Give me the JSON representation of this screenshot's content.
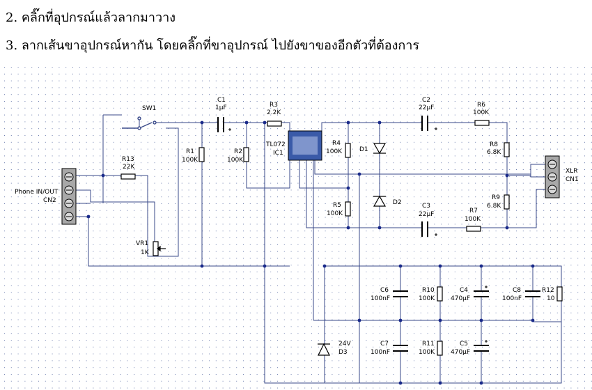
{
  "instructions": [
    "2. คลิ๊กที่อุปกรณ์แล้วลากมาวาง",
    "3. ลากเส้นขาอุปกรณ์หากัน โดยคลิ๊กที่ขาอุปกรณ์ ไปยังขาของอีกตัวที่ต้องการ"
  ],
  "colors": {
    "wire": "#3a4a8a",
    "grid": "#7080b0",
    "junction": "#1a2a8a",
    "ic_fill": "#3a5aa8",
    "connector_fill": "#a8a8a8"
  },
  "labels": {
    "sw1": "SW1",
    "c1": "C1",
    "c1_val": "1µF",
    "r3": "R3",
    "r3_val": "2.2K",
    "c2": "C2",
    "c2_val": "22µF",
    "r6": "R6",
    "r6_val": "100K",
    "r8": "R8",
    "r8_val": "6.8K",
    "xlr": "XLR",
    "cn1": "CN1",
    "r13": "R13",
    "r13_val": "22K",
    "phone": "Phone IN/OUT",
    "cn2": "CN2",
    "r1": "R1",
    "r1_val": "100K",
    "r2": "R2",
    "r2_val": "100K",
    "ic_part": "TL072",
    "ic_ref": "IC1",
    "r4": "R4",
    "r4_val": "100K",
    "d1": "D1",
    "d2": "D2",
    "r5": "R5",
    "r5_val": "100K",
    "c3": "C3",
    "c3_val": "22µF",
    "r7": "R7",
    "r7_val": "100K",
    "r9": "R9",
    "r9_val": "6.8K",
    "vr1": "VR1",
    "vr1_val": "1K",
    "c6": "C6",
    "c6_val": "100nF",
    "r10": "R10",
    "r10_val": "100K",
    "c4": "C4",
    "c4_val": "470µF",
    "c8": "C8",
    "c8_val": "100nF",
    "r12": "R12",
    "r12_val": "10",
    "d3": "D3",
    "d3_val": "24V",
    "c7": "C7",
    "c7_val": "100nF",
    "r11": "R11",
    "r11_val": "100K",
    "c5": "C5",
    "c5_val": "470µF"
  }
}
